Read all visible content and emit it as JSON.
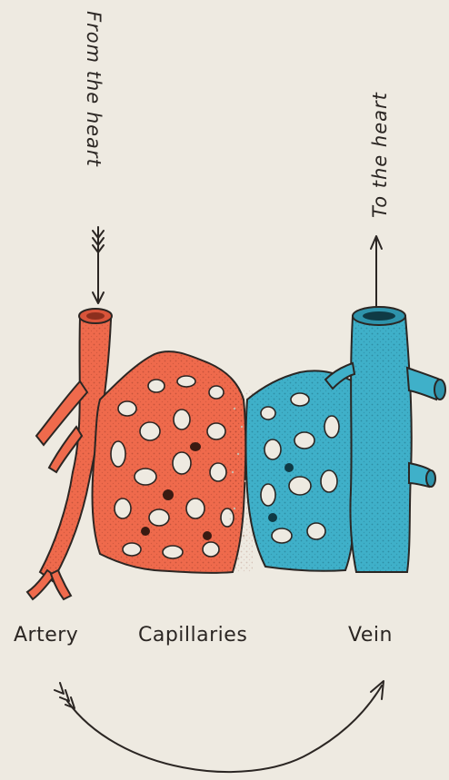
{
  "labels": {
    "from_heart": "From the heart",
    "to_heart": "To the heart",
    "artery": "Artery",
    "capillaries": "Capillaries",
    "vein": "Vein"
  },
  "colors": {
    "background": "#eeeae1",
    "artery": "#ef6a4c",
    "vein": "#3fb0c9",
    "ink": "#2b2623"
  }
}
